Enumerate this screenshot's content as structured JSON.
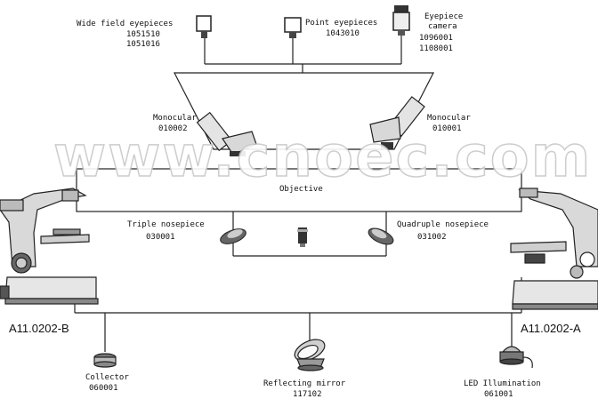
{
  "watermark": "www.cnoec.com",
  "eyepieces": {
    "wide_field": {
      "name": "Wide field eyepieces",
      "codes": [
        "1051510",
        "1051016"
      ]
    },
    "point": {
      "name": "Point eyepieces",
      "code": "1043010"
    },
    "camera": {
      "name_lines": [
        "Eyepiece",
        "camera"
      ],
      "codes": [
        "1096001",
        "1108001"
      ]
    }
  },
  "heads": {
    "left": {
      "name": "Monocular",
      "code": "010002"
    },
    "right": {
      "name": "Monocular",
      "code": "010001"
    }
  },
  "objective": {
    "name": "Objective"
  },
  "nosepieces": {
    "triple": {
      "name": "Triple nosepiece",
      "code": "030001"
    },
    "quadruple": {
      "name": "Quadruple nosepiece",
      "code": "031002"
    }
  },
  "models": {
    "left": "A11.0202-B",
    "right": "A11.0202-A"
  },
  "illumination": {
    "collector": {
      "name": "Collector",
      "code": "060001"
    },
    "mirror": {
      "name": "Reflecting mirror",
      "code": "117102"
    },
    "led": {
      "name": "LED Illumination",
      "code": "061001"
    }
  }
}
